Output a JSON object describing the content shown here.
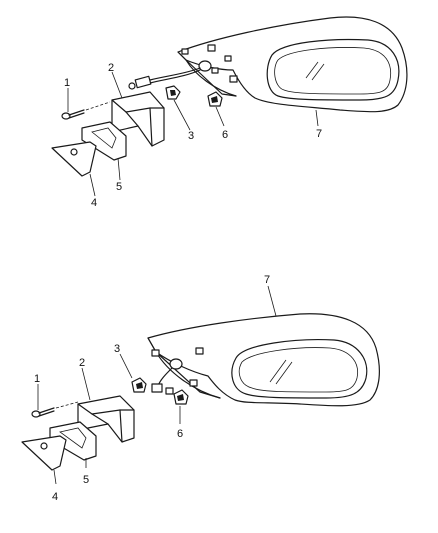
{
  "diagram_top": {
    "callouts": {
      "part1": "1",
      "part2": "2",
      "part3": "3",
      "part4": "4",
      "part5": "5",
      "part6": "6",
      "part7": "7"
    }
  },
  "diagram_bottom": {
    "callouts": {
      "part1": "1",
      "part2": "2",
      "part3": "3",
      "part4": "4",
      "part5": "5",
      "part6": "6",
      "part7": "7"
    }
  }
}
